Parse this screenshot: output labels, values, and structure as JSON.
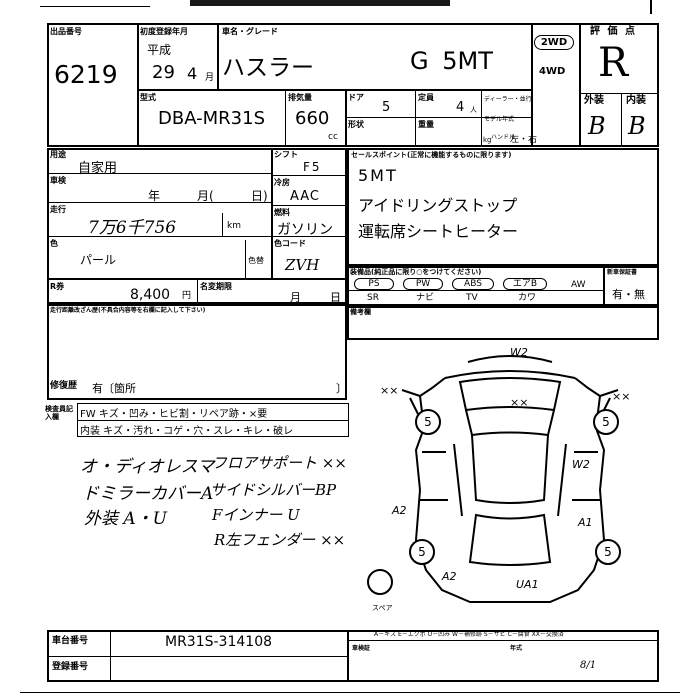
{
  "header": {
    "lot_label": "出品番号",
    "lot_number": "6219",
    "first_reg_label": "初度登録年月",
    "era": "平成",
    "year": "29",
    "month": "4",
    "month_unit": "月",
    "name_label": "車名・グレード",
    "car_name": "ハスラー",
    "grade": "G 5MT",
    "drive_2wd": "2WD",
    "drive_4wd": "4WD",
    "score_label": "評 価 点",
    "score": "R",
    "model_label": "型式",
    "model": "DBA-MR31S",
    "displacement_label": "排気量",
    "displacement": "660",
    "cc": "cc",
    "door_label": "ドア",
    "doors": "5",
    "capacity_label": "定員",
    "capacity": "4",
    "capacity_unit": "人",
    "shape_label": "形状",
    "weight_label": "重量",
    "kg": "kg",
    "dealer_label": "ディーラー・並行",
    "model_type_label": "モデル年式",
    "handle_label": "ハンドル",
    "handle_value": "左・右",
    "exterior_label": "外装",
    "interior_label": "内装",
    "exterior_grade": "B",
    "interior_grade": "B"
  },
  "details": {
    "use_label": "用途",
    "use_value": "自家用",
    "shaken_label": "車検",
    "shaken_year": "年",
    "shaken_month": "月(",
    "shaken_day": "日)",
    "mileage_label": "走行",
    "mileage_value": "7万6千756",
    "km": "km",
    "color_label": "色",
    "color_value": "パール",
    "color_code_label": "色替",
    "recycle_label": "R券",
    "recycle_value": "8,400",
    "yen": "円",
    "name_change_label": "名変期限",
    "name_change_month": "月",
    "name_change_day": "日",
    "shift_label": "シフト",
    "shift_value": "F5",
    "ac_label": "冷房",
    "ac_value": "AAC",
    "fuel_label": "燃料",
    "fuel_value": "ガソリン",
    "color_no_label": "色コード",
    "color_no_value": "ZVH"
  },
  "sales_points": {
    "label": "セールスポイント(正常に機能するものに限ります)",
    "items": [
      "5MT",
      "アイドリングストップ",
      "運転席シートヒーター"
    ]
  },
  "equipment": {
    "label": "装備品(純正品に限り○をつけてください)",
    "top": [
      "PS",
      "PW",
      "ABS",
      "エアB",
      "AW"
    ],
    "bottom": [
      "SR",
      "ナビ",
      "TV",
      "カワ"
    ],
    "manual_label": "新車保証書",
    "manual_value": "有・無"
  },
  "notes": {
    "label": "備考欄",
    "history_label": "走行距離改ざん歴(不具合内容等を右欄に記入して下さい)",
    "repair_label": "修復歴",
    "repair_value": "有〔箇所",
    "repair_close": "〕"
  },
  "inspector": {
    "label": "検査員記入欄",
    "line1": "FW キズ・凹み・ヒビ割・リペア跡・×要",
    "line2": "内装 キズ・汚れ・コゲ・穴・スレ・キレ・破レ"
  },
  "handwritten": {
    "left": [
      "オ・ディオレスマ",
      "ドミラーカバーA",
      "外装 A・U"
    ],
    "right": [
      "フロアサポート ××",
      "サイドシルバーBP",
      "Fインナー U",
      "R左フェンダー ××"
    ]
  },
  "diagram_marks": {
    "top": "W2",
    "front_left": "××",
    "front_right": "××",
    "roof": "××",
    "right_door": "W2",
    "right_rear": "A1",
    "left_side": "A2",
    "left_rear": "A2",
    "rear": "UA1",
    "tire": "5",
    "spare_label": "スペア"
  },
  "footer": {
    "chassis_label": "車台番号",
    "chassis_value": "MR31S-314108",
    "reg_label": "登録番号",
    "legend": "A－キズ E－エクボ U－凹み W－補修跡 S－サビ C－腐食 XX－交換済",
    "shaken_label": "車検証",
    "year_label": "年式",
    "ref": "8/1"
  }
}
